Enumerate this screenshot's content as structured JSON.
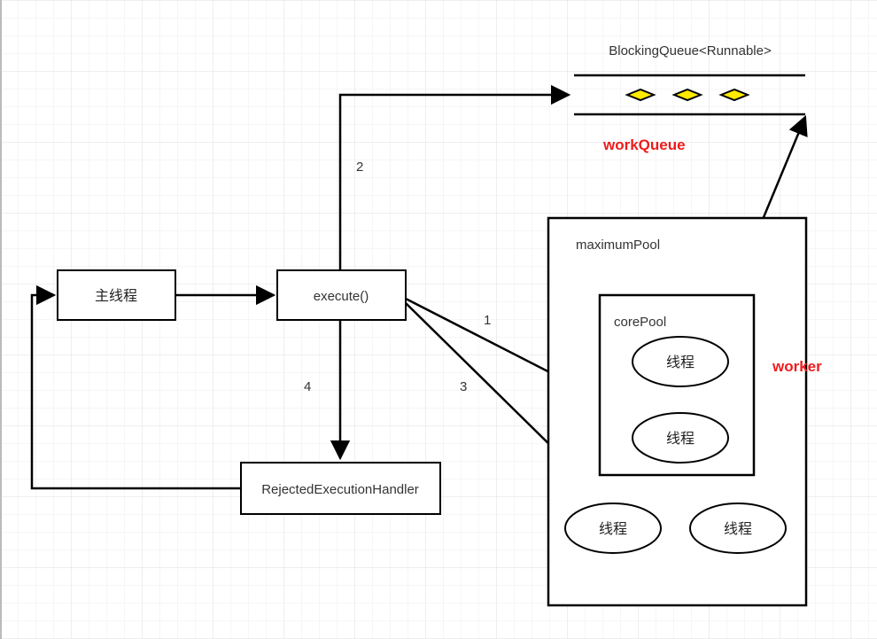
{
  "diagram": {
    "colors": {
      "line": "#000000",
      "grid": "#e4e4e4",
      "grid_dark": "#d8d8d8",
      "accent_red": "#ee1c1c",
      "queue_item_fill": "#ffea00",
      "text": "#333333"
    },
    "nodes": {
      "main_thread": "主线程",
      "execute": "execute()",
      "rejected_handler": "RejectedExecutionHandler",
      "blocking_queue": "BlockingQueue<Runnable>",
      "work_queue": "workQueue",
      "maximum_pool": "maximumPool",
      "core_pool": "corePool",
      "worker": "worker",
      "thread_core_1": "线程",
      "thread_core_2": "线程",
      "thread_max_1": "线程",
      "thread_max_2": "线程"
    },
    "edges": {
      "to_core": "1",
      "to_queue": "2",
      "to_max": "3",
      "to_reject": "4"
    },
    "queue_items": [
      "task-item",
      "task-item",
      "task-item"
    ]
  }
}
